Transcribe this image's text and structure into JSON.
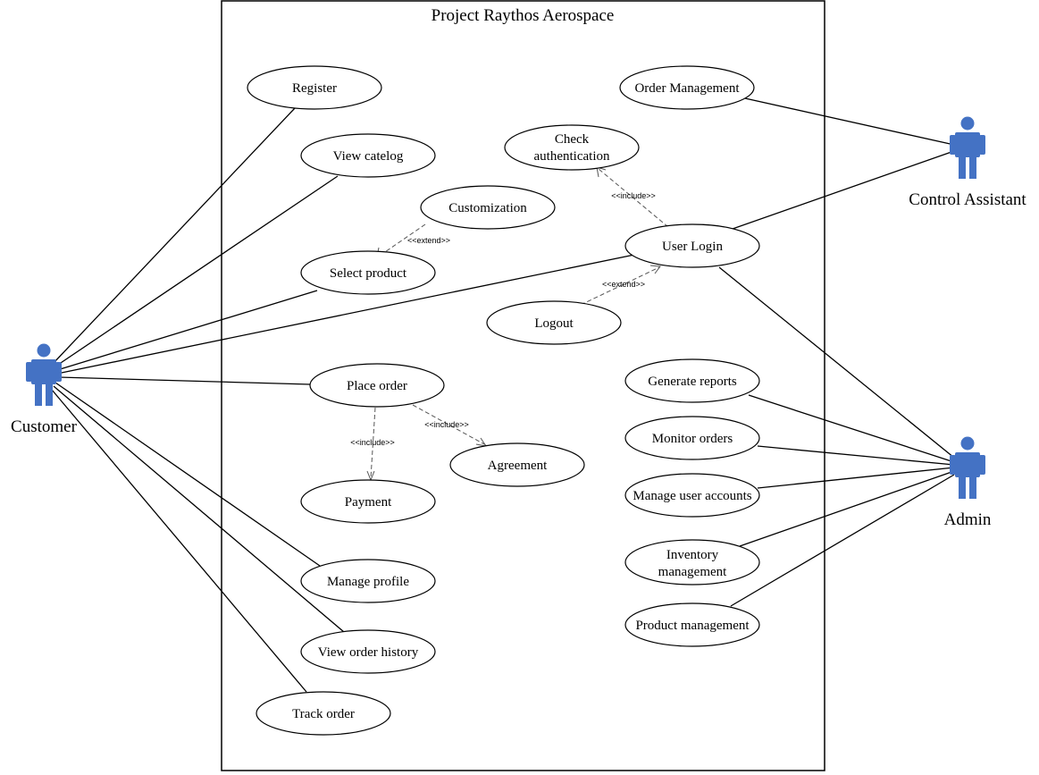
{
  "diagram": {
    "title": "Project Raythos Aerospace",
    "colors": {
      "actor": "#4472c4",
      "line": "#000000",
      "dependency": "#555555",
      "background": "#ffffff"
    }
  },
  "actors": {
    "customer": "Customer",
    "control_assistant": "Control Assistant",
    "admin": "Admin"
  },
  "use_cases": {
    "register": "Register",
    "view_catalog": "View catelog",
    "customization": "Customization",
    "select_product": "Select product",
    "place_order": "Place order",
    "payment": "Payment",
    "agreement": "Agreement",
    "manage_profile": "Manage profile",
    "view_order_history": "View order history",
    "track_order": "Track order",
    "order_management": "Order Management",
    "check_authentication": [
      "Check",
      "authentication"
    ],
    "user_login": "User Login",
    "logout": "Logout",
    "generate_reports": "Generate reports",
    "monitor_orders": "Monitor orders",
    "manage_user_accounts": "Manage user accounts",
    "inventory_management": [
      "Inventory",
      "management"
    ],
    "product_management": "Product management"
  },
  "stereotypes": {
    "extend_customization": "<<extend>>",
    "include_authentication": "<<include>>",
    "extend_logout": "<<extend>>",
    "include_payment": "<<include>>",
    "include_agreement": "<<include>>"
  }
}
